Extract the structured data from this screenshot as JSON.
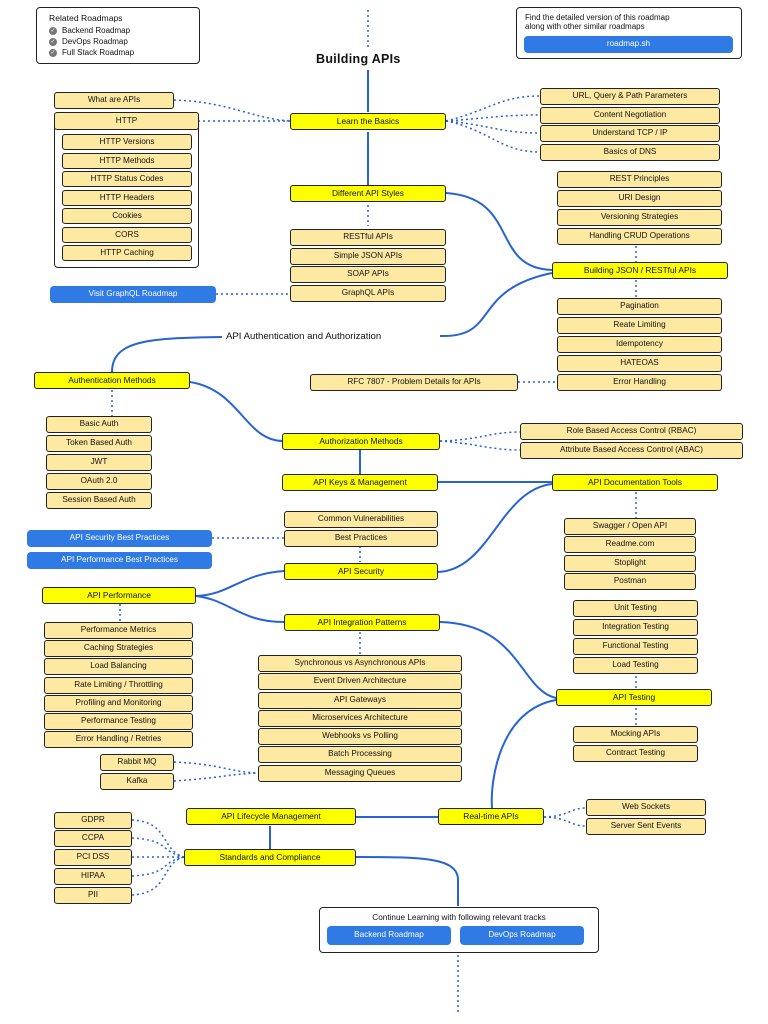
{
  "title": "Building APIs",
  "related": {
    "heading": "Related Roadmaps",
    "items": [
      "Backend Roadmap",
      "DevOps Roadmap",
      "Full Stack Roadmap"
    ]
  },
  "promo": {
    "text_line1": "Find the detailed version of this roadmap",
    "text_line2": "along with other similar roadmaps",
    "button": "roadmap.sh"
  },
  "basics": {
    "topic": "Learn the Basics",
    "left": [
      "What are APIs",
      "HTTP"
    ],
    "http_children": [
      "HTTP Versions",
      "HTTP Methods",
      "HTTP Status Codes",
      "HTTP Headers",
      "Cookies",
      "CORS",
      "HTTP Caching"
    ],
    "right": [
      "URL, Query & Path Parameters",
      "Content Negotiation",
      "Understand TCP / IP",
      "Basics of DNS"
    ]
  },
  "styles": {
    "topic": "Different API Styles",
    "items": [
      "RESTful APIs",
      "Simple JSON APIs",
      "SOAP APIs",
      "GraphQL APIs"
    ],
    "graphql_link": "Visit GraphQL Roadmap"
  },
  "rest": {
    "topic": "Building JSON / RESTful APIs",
    "above": [
      "REST Principles",
      "URI Design",
      "Versioning Strategies",
      "Handling CRUD Operations"
    ],
    "below": [
      "Pagination",
      "Reate Limiting",
      "Idempotency",
      "HATEOAS",
      "Error Handling"
    ],
    "rfc": "RFC 7807 - Problem Details for APIs"
  },
  "auth": {
    "section_label": "API Authentication and Authorization",
    "methods_topic": "Authentication Methods",
    "methods": [
      "Basic Auth",
      "Token Based Auth",
      "JWT",
      "OAuth 2.0",
      "Session Based Auth"
    ],
    "authz_topic": "Authorization Methods",
    "authz": [
      "Role Based Access Control (RBAC)",
      "Attribute Based Access Control (ABAC)"
    ],
    "keys_topic": "API Keys & Management"
  },
  "docs": {
    "topic": "API Documentation Tools",
    "items": [
      "Swagger / Open API",
      "Readme.com",
      "Stoplight",
      "Postman"
    ]
  },
  "security": {
    "topic": "API Security",
    "items": [
      "Common Vulnerabilities",
      "Best Practices"
    ],
    "link_security": "API Security Best Practices",
    "link_performance": "API Performance Best Practices"
  },
  "performance": {
    "topic": "API Performance",
    "items": [
      "Performance Metrics",
      "Caching Strategies",
      "Load Balancing",
      "Rate Limiting / Throttling",
      "Profiling and Monitoring",
      "Performance Testing",
      "Error Handling / Retries"
    ]
  },
  "integration": {
    "topic": "API Integration Patterns",
    "items": [
      "Synchronous vs Asynchronous APIs",
      "Event Driven Architecture",
      "API Gateways",
      "Microservices Architecture",
      "Webhooks vs Polling",
      "Batch Processing",
      "Messaging Queues"
    ],
    "mq": [
      "Rabbit MQ",
      "Kafka"
    ]
  },
  "testing": {
    "topic": "API Testing",
    "above": [
      "Unit Testing",
      "Integration Testing",
      "Functional Testing",
      "Load Testing"
    ],
    "below": [
      "Mocking APIs",
      "Contract Testing"
    ]
  },
  "lifecycle": {
    "topic": "API Lifecycle Management"
  },
  "realtime": {
    "topic": "Real-time APIs",
    "items": [
      "Web Sockets",
      "Server Sent Events"
    ]
  },
  "standards": {
    "topic": "Standards and Compliance",
    "items": [
      "GDPR",
      "CCPA",
      "PCI DSS",
      "HIPAA",
      "PII"
    ]
  },
  "continue": {
    "text": "Continue Learning with following relevant tracks",
    "buttons": [
      "Backend Roadmap",
      "DevOps Roadmap"
    ]
  },
  "colors": {
    "topic": "#fdff00",
    "subtopic": "#fde9a2",
    "link": "#2f7ae5",
    "line": "#2b6bd8"
  }
}
